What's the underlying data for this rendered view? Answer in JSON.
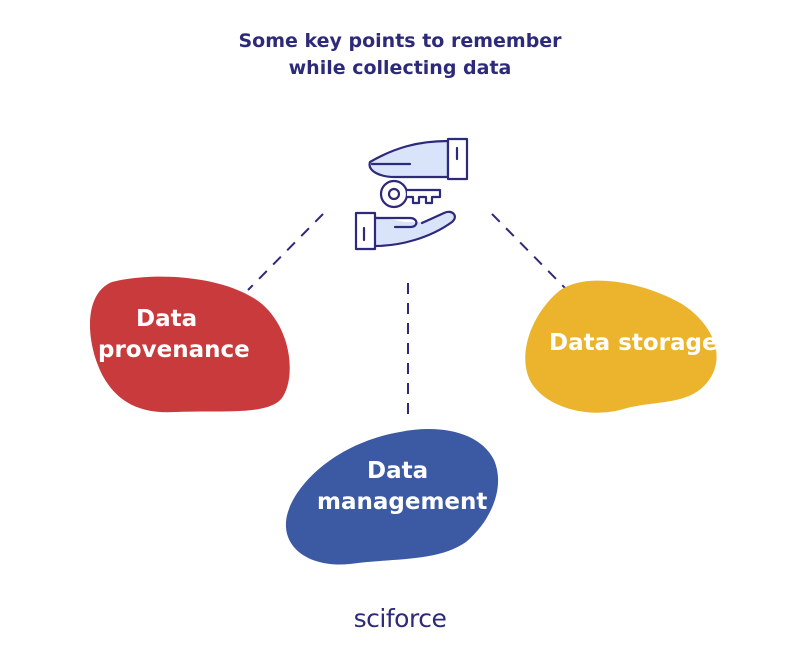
{
  "title": {
    "line1": "Some key points to remember",
    "line2": "while collecting data"
  },
  "nodes": {
    "provenance": {
      "line1": "Data",
      "line2": "provenance",
      "color": "#c93a3d"
    },
    "storage": {
      "label": "Data storage",
      "color": "#ecb42d"
    },
    "management": {
      "line1": "Data",
      "line2": "management",
      "color": "#3c5aa3"
    }
  },
  "center_icon": "hands-passing-key-icon",
  "logo": {
    "text": "sciforce"
  },
  "colors": {
    "title": "#2e2a7a",
    "connector": "#2e2a7a",
    "icon_stroke": "#2e2a7a",
    "icon_fill": "#d9e4fb"
  }
}
